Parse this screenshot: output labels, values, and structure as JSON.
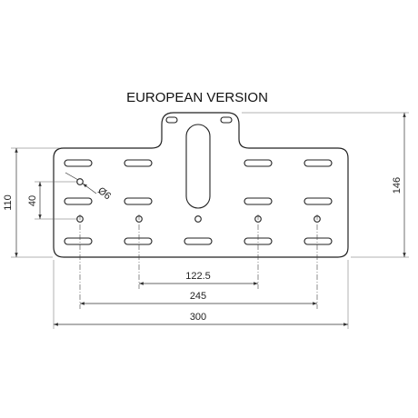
{
  "title": "EUROPEAN VERSION",
  "dimensions": {
    "height_left": "110",
    "height_right": "146",
    "hole_spacing_vertical": "40",
    "hole_diameter": "Ø6",
    "spacing_inner": "122.5",
    "spacing_outer": "245",
    "overall_width": "300"
  }
}
